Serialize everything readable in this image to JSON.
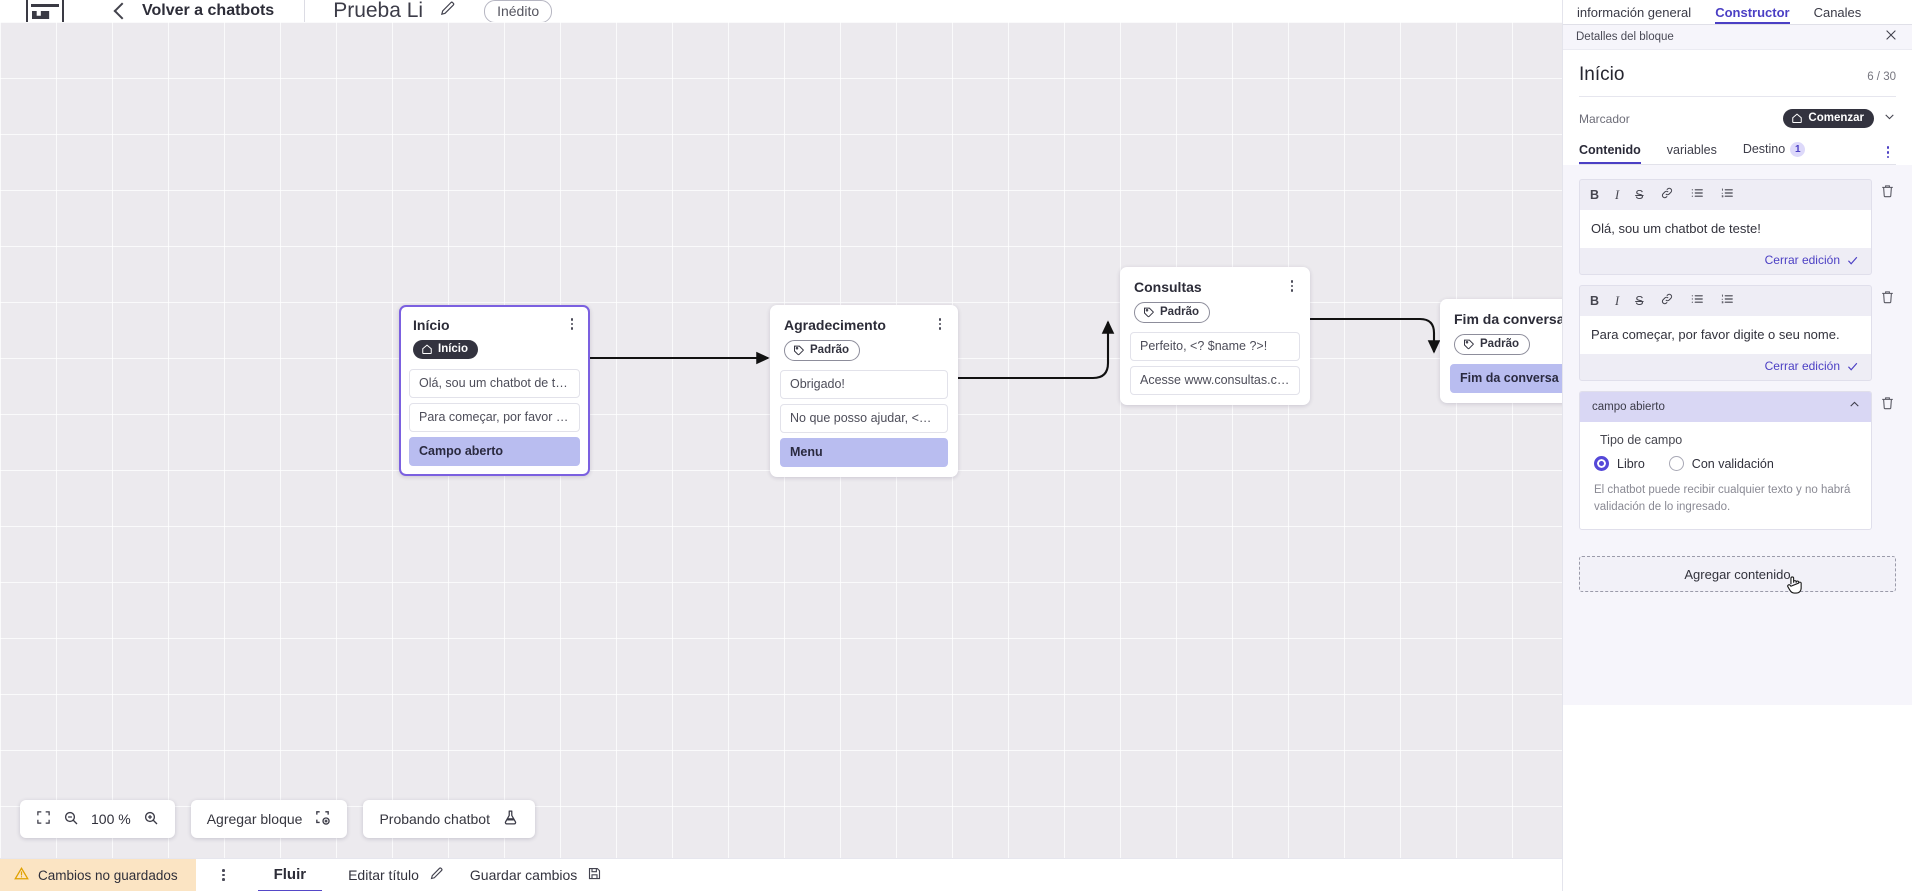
{
  "topbar": {
    "logo": "vtex-logo",
    "back_label": "Volver a chatbots",
    "bot_title": "Prueba Li",
    "edit_icon": "pencil-icon",
    "status_badge": "Inédito"
  },
  "canvas": {
    "zoom_level": "100 %",
    "tools": {
      "fit_icon": "fit-screen-icon",
      "zoom_out_icon": "zoom-out-icon",
      "zoom_in_icon": "zoom-in-icon",
      "add_block_label": "Agregar bloque",
      "add_block_icon": "add-block-icon",
      "test_bot_label": "Probando chatbot",
      "test_bot_icon": "flask-icon"
    },
    "nodes": [
      {
        "id": "inicio",
        "title": "Início",
        "tag": {
          "label": "Início",
          "style": "dark",
          "icon": "home-icon"
        },
        "selected": true,
        "items": [
          {
            "text": "Olá, sou um chatbot de teste!",
            "highlight": false
          },
          {
            "text": "Para começar, por favor digite o ...",
            "highlight": false
          },
          {
            "text": "Campo aberto",
            "highlight": true
          }
        ]
      },
      {
        "id": "agradecimento",
        "title": "Agradecimento",
        "tag": {
          "label": "Padrão",
          "style": "light",
          "icon": "tag-icon"
        },
        "selected": false,
        "items": [
          {
            "text": "Obrigado!",
            "highlight": false
          },
          {
            "text": "No que posso ajudar, <? $name ...",
            "highlight": false
          },
          {
            "text": "Menu",
            "highlight": true
          }
        ]
      },
      {
        "id": "consultas",
        "title": "Consultas",
        "tag": {
          "label": "Padrão",
          "style": "light",
          "icon": "tag-icon"
        },
        "selected": false,
        "items": [
          {
            "text": "Perfeito, <? $name ?>!",
            "highlight": false
          },
          {
            "text": "Acesse www.consultas.com par...",
            "highlight": false
          }
        ]
      },
      {
        "id": "fim",
        "title": "Fim da conversa",
        "tag": {
          "label": "Padrão",
          "style": "light",
          "icon": "tag-icon"
        },
        "selected": false,
        "items": [
          {
            "text": "Fim da conversa",
            "highlight": true
          }
        ]
      }
    ]
  },
  "bottombar": {
    "unsaved_label": "Cambios no guardados",
    "warning_icon": "warning-triangle-icon",
    "kebab_icon": "kebab-menu-icon",
    "flow_tab": "Fluir",
    "edit_title_label": "Editar título",
    "edit_title_icon": "pencil-icon",
    "save_label": "Guardar cambios",
    "save_icon": "floppy-disk-icon"
  },
  "panel": {
    "tabs": [
      {
        "label": "información general",
        "active": false
      },
      {
        "label": "Constructor",
        "active": true
      },
      {
        "label": "Canales",
        "active": false
      }
    ],
    "subheader": {
      "label": "Detalles del bloque",
      "close_icon": "close-icon"
    },
    "block_title": "Início",
    "char_count": "6 / 30",
    "marker": {
      "label": "Marcador",
      "value": "Comenzar",
      "icon": "home-icon",
      "chevron_icon": "chevron-down-icon"
    },
    "content_tabs": [
      {
        "label": "Contenido",
        "active": true,
        "count": null
      },
      {
        "label": "variables",
        "active": false,
        "count": null
      },
      {
        "label": "Destino",
        "active": false,
        "count": "1"
      }
    ],
    "tabs_kebab_icon": "kebab-menu-icon",
    "editors": [
      {
        "toolbar": [
          "B",
          "I",
          "S",
          "link-icon",
          "bullet-list-icon",
          "numbered-list-icon"
        ],
        "text": "Olá, sou um chatbot de teste!",
        "close_label": "Cerrar edición",
        "check_icon": "check-icon",
        "delete_icon": "trash-icon"
      },
      {
        "toolbar": [
          "B",
          "I",
          "S",
          "link-icon",
          "bullet-list-icon",
          "numbered-list-icon"
        ],
        "text": "Para começar, por favor digite o seu nome.",
        "close_label": "Cerrar edición",
        "check_icon": "check-icon",
        "delete_icon": "trash-icon"
      }
    ],
    "component": {
      "header_label": "campo abierto",
      "collapse_icon": "chevron-up-icon",
      "delete_icon": "trash-icon",
      "field_type_label": "Tipo de campo",
      "options": [
        {
          "label": "Libro",
          "selected": true
        },
        {
          "label": "Con validación",
          "selected": false
        }
      ],
      "note": "El chatbot puede recibir cualquier texto y no habrá validación de lo ingresado."
    },
    "add_content_label": "Agregar contenido",
    "cursor_icon": "pointer-hand-cursor"
  },
  "colors": {
    "accent": "#4b3fc4",
    "highlight": "#b9bdf0",
    "warning_bg": "#fbe4c3",
    "canvas_bg": "#eceaee",
    "panel_bg": "#f6f5fb"
  }
}
